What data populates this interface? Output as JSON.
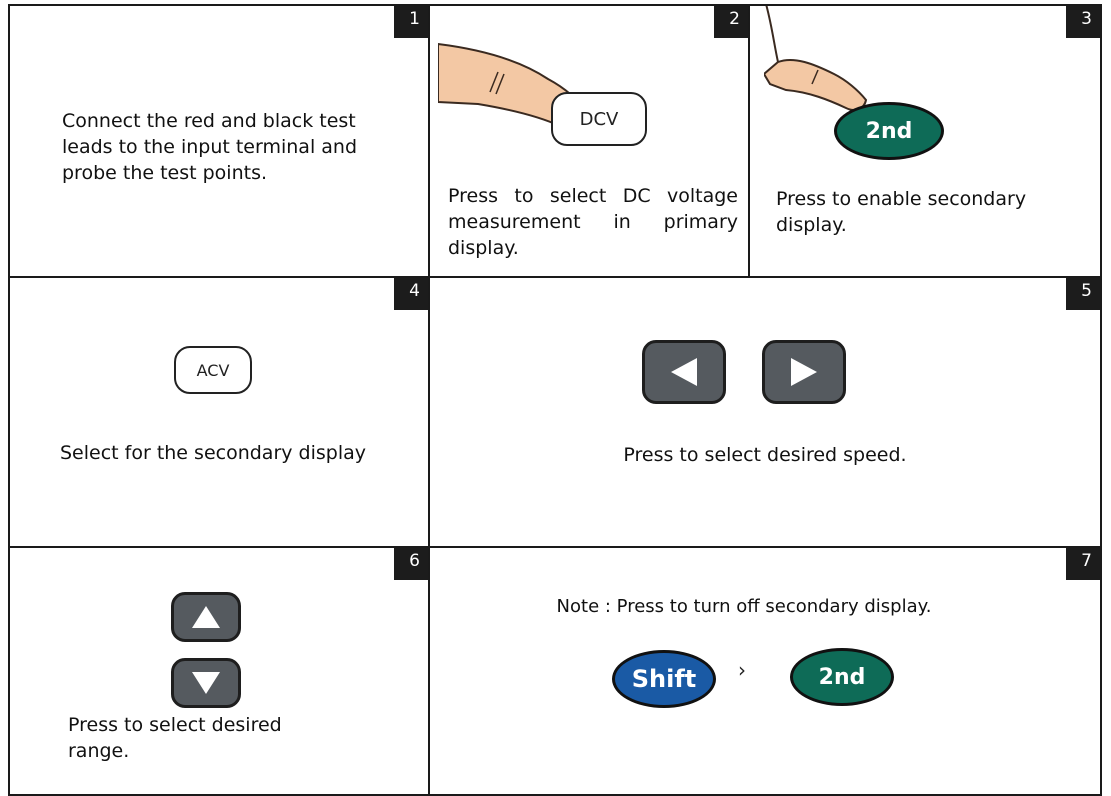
{
  "steps": [
    {
      "number": "1",
      "text": "Connect the red and black test leads to the input terminal and probe the test points."
    },
    {
      "number": "2",
      "text": "Press to select DC voltage measurement in primary display.",
      "key_label": "DCV"
    },
    {
      "number": "3",
      "text": "Press to enable secondary display.",
      "key_label": "2nd"
    },
    {
      "number": "4",
      "text": "Select for the secondary display",
      "key_label": "ACV"
    },
    {
      "number": "5",
      "text": "Press to select desired speed."
    },
    {
      "number": "6",
      "text": "Press to select desired range."
    },
    {
      "number": "7",
      "text": "Note : Press to turn off secondary display.",
      "key_shift": "Shift",
      "key_sep": "›",
      "key_2nd": "2nd"
    }
  ],
  "colors": {
    "key_green": "#0e6b57",
    "key_blue": "#1a5aa5",
    "key_gray": "#555a5f",
    "badge": "#1c1c1c"
  },
  "icons": [
    "finger-press-icon",
    "left-arrow-icon",
    "right-arrow-icon",
    "up-arrow-icon",
    "down-arrow-icon"
  ]
}
